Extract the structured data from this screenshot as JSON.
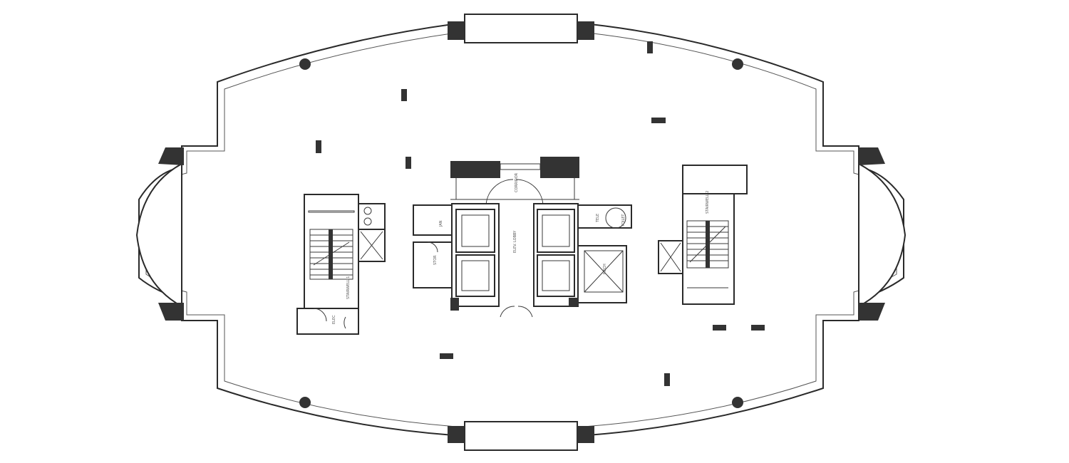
{
  "colors": {
    "wall": "#2a2a2a",
    "column": "#333333",
    "line": "#3a3a3a",
    "background": "#ffffff"
  },
  "rooms": [
    {
      "id": "stair-1",
      "label": "STAIRWELL 1"
    },
    {
      "id": "elec-1",
      "label": "ELEC"
    },
    {
      "id": "corridor",
      "label": "CORRIDOR"
    },
    {
      "id": "elev-lobby",
      "label": "ELEV. LOBBY"
    },
    {
      "id": "janitor",
      "label": "JAN"
    },
    {
      "id": "storage",
      "label": "STOR"
    },
    {
      "id": "tele",
      "label": "TELE"
    },
    {
      "id": "toilet",
      "label": "TOILET"
    },
    {
      "id": "mech",
      "label": "MECH"
    },
    {
      "id": "stair-2",
      "label": "STAIRWELL 2"
    }
  ]
}
